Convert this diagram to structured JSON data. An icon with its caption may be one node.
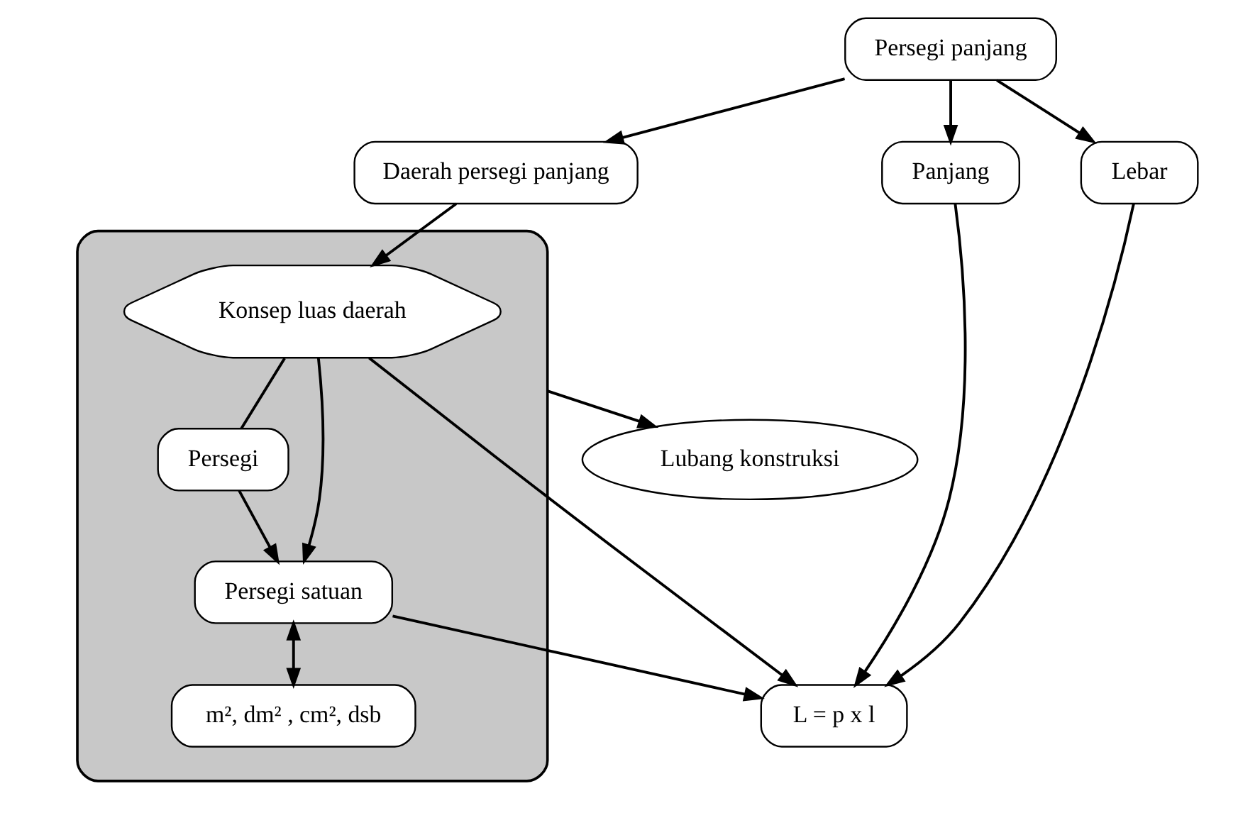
{
  "diagram": {
    "nodes": [
      {
        "text": [
          "Persegi panjang"
        ]
      },
      {
        "text": [
          "Panjang"
        ]
      },
      {
        "text": [
          "Lebar"
        ]
      },
      {
        "text": [
          "Daerah persegi panjang"
        ]
      },
      {
        "text": [],
        "shape": "cloud"
      },
      {
        "text": [
          "Konsep luas daerah"
        ],
        "in": 4
      },
      {
        "text": [
          "Persegi"
        ],
        "in": 4
      },
      {
        "text": [
          "Persegi satuan"
        ],
        "in": 4
      },
      {
        "text": [
          "m², dm² , cm², dsb"
        ],
        "in": 4
      },
      {
        "text": [
          "L = p x l"
        ]
      },
      {
        "text": [
          "Lubang konstruksi"
        ]
      }
    ],
    "edges": [
      {
        "from": 0,
        "to": 1,
        "arrow": "to"
      },
      {
        "from": 0,
        "to": 2,
        "arrow": "to"
      },
      {
        "from": 0,
        "to": 3,
        "arrow": "to"
      },
      {
        "from": 3,
        "to": 5,
        "arrow": "to"
      },
      {
        "from": 5,
        "to": 6,
        "arrow": "none"
      },
      {
        "from": 5,
        "to": 7,
        "arrow": "to"
      },
      {
        "from": 6,
        "to": 7,
        "arrow": "to"
      },
      {
        "from": 7,
        "to": 8,
        "arrow": "both"
      },
      {
        "from": 5,
        "to": 9,
        "arrow": "to"
      },
      {
        "from": 7,
        "to": 9,
        "arrow": "to"
      },
      {
        "from": 1,
        "to": 9,
        "arrow": "to"
      },
      {
        "from": 2,
        "to": 9,
        "arrow": "to"
      },
      {
        "from": 4,
        "to": 10,
        "arrow": "to"
      }
    ]
  }
}
